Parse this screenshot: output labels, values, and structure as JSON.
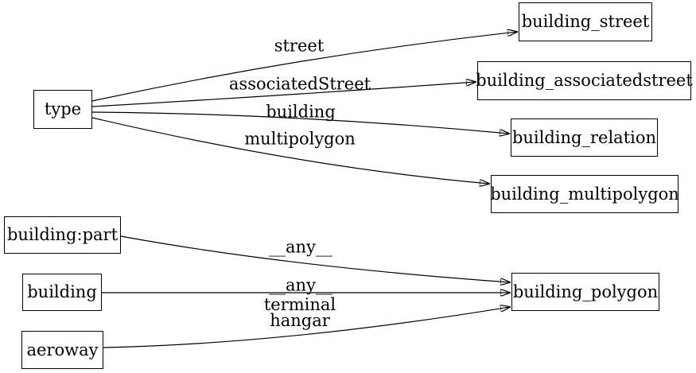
{
  "diagram": {
    "colors": {
      "background": "#ffffff",
      "node_border": "#000000",
      "edge": "#000000",
      "text": "#000000"
    },
    "nodes": [
      {
        "id": "type",
        "label": "type"
      },
      {
        "id": "building_street",
        "label": "building_street"
      },
      {
        "id": "building_associatedstreet",
        "label": "building_associatedstreet"
      },
      {
        "id": "building_relation",
        "label": "building_relation"
      },
      {
        "id": "building_multipolygon",
        "label": "building_multipolygon"
      },
      {
        "id": "building:part",
        "label": "building:part"
      },
      {
        "id": "building",
        "label": "building"
      },
      {
        "id": "aeroway",
        "label": "aeroway"
      },
      {
        "id": "building_polygon",
        "label": "building_polygon"
      }
    ],
    "edges": [
      {
        "from": "type",
        "to": "building_street",
        "label": "street"
      },
      {
        "from": "type",
        "to": "building_associatedstreet",
        "label": "associatedStreet"
      },
      {
        "from": "type",
        "to": "building_relation",
        "label": "building"
      },
      {
        "from": "type",
        "to": "building_multipolygon",
        "label": "multipolygon"
      },
      {
        "from": "building:part",
        "to": "building_polygon",
        "label": "__any__"
      },
      {
        "from": "building",
        "to": "building_polygon",
        "label": "__any__"
      },
      {
        "from": "aeroway",
        "to": "building_polygon",
        "label_line1": "terminal",
        "label_line2": "hangar"
      }
    ]
  }
}
